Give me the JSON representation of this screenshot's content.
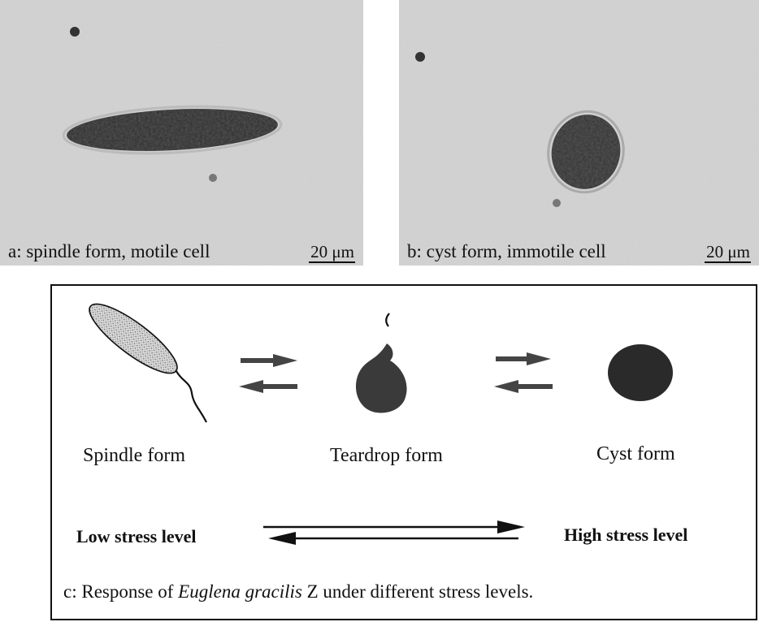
{
  "photos": [
    {
      "caption": "a: spindle form, motile cell",
      "scale": "20 μm"
    },
    {
      "caption": "b: cyst form, immotile cell",
      "scale": "20 μm"
    }
  ],
  "diagram": {
    "stages": [
      "Spindle form",
      "Teardrop form",
      "Cyst form"
    ],
    "stress_low": "Low stress level",
    "stress_high": "High stress level",
    "caption_prefix": "c:  Response of ",
    "caption_species": "Euglena gracilis",
    "caption_suffix": " Z under different stress levels."
  }
}
